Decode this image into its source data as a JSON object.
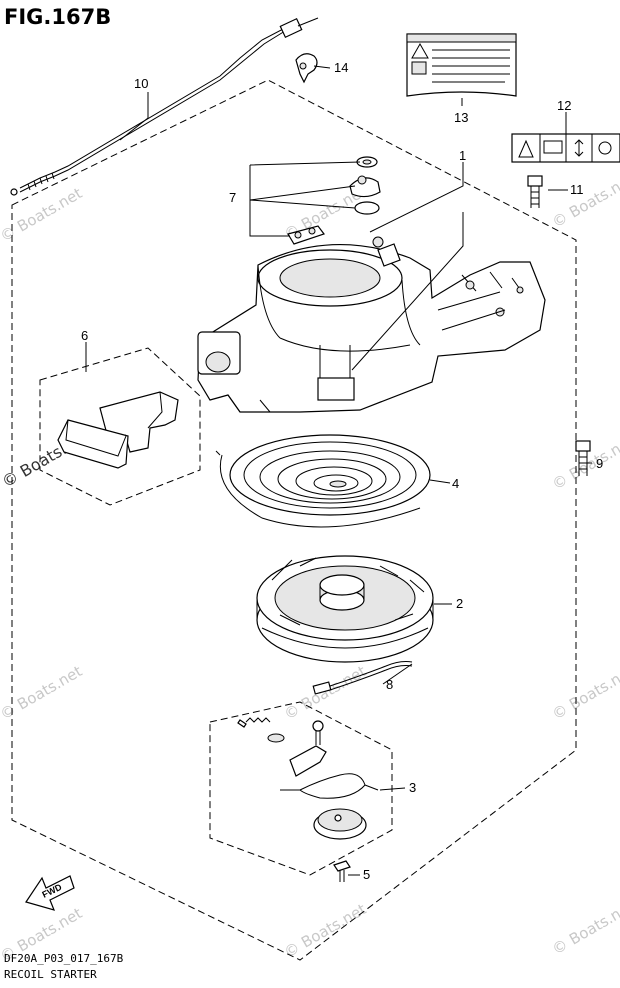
{
  "figure_title": "FIG.167B",
  "footer": {
    "code": "DF20A_P03_017_167B",
    "name": "RECOIL STARTER"
  },
  "watermark": "© Boats.net",
  "fwd_label": "FWD",
  "callouts": {
    "p1": "1",
    "p2": "2",
    "p3": "3",
    "p4": "4",
    "p5": "5",
    "p6": "6",
    "p7": "7",
    "p8": "8",
    "p9": "9",
    "p10": "10",
    "p11": "11",
    "p12": "12",
    "p13": "13",
    "p14": "14"
  }
}
